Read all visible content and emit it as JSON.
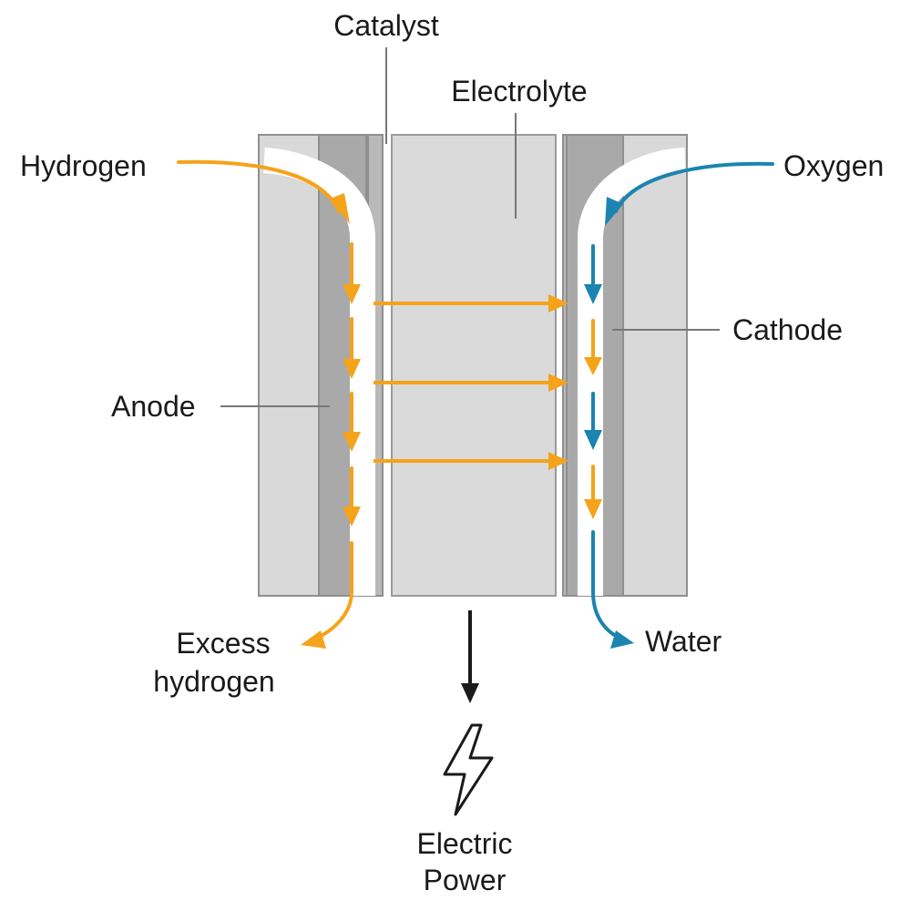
{
  "labels": {
    "catalyst": "Catalyst",
    "electrolyte": "Electrolyte",
    "hydrogen": "Hydrogen",
    "oxygen": "Oxygen",
    "cathode": "Cathode",
    "anode": "Anode",
    "excess_hydrogen_1": "Excess",
    "excess_hydrogen_2": "hydrogen",
    "water": "Water",
    "electric_power_1": "Electric",
    "electric_power_2": "Power"
  },
  "colors": {
    "hydrogen_flow": "#f5a31a",
    "oxygen_flow": "#1b84b0",
    "outer_plate": "#d9d9d9",
    "electrode": "#a9a9a9",
    "catalyst_layer": "#c4c4c4",
    "electrolyte": "#dadada",
    "outline": "#8f8f8f",
    "leader_line": "#777777"
  },
  "icons": {
    "power": "lightning-bolt-icon"
  }
}
